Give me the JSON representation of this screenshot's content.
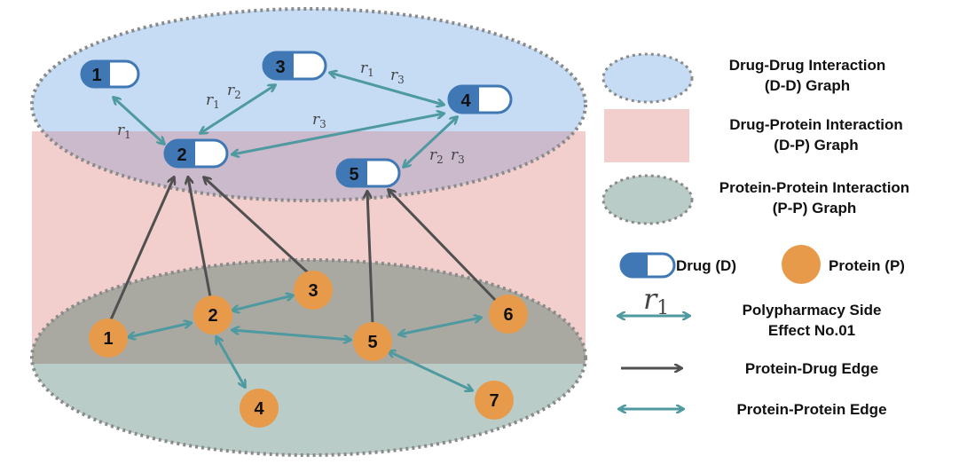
{
  "colors": {
    "dd_layer": "#c5dcf4",
    "dp_layer": "#f2cfcc",
    "pp_layer": "#b9ccc7",
    "overlap_dd_dp": "#cbb9cc",
    "overlap_pp_dp": "#a9a9a2",
    "drug_blue": "#3f78b5",
    "protein_orange": "#e79b4a",
    "pp_edge": "#4f9aa0",
    "pd_edge": "#505050",
    "dashed_border": "#8a8a8a"
  },
  "drugs": [
    "1",
    "2",
    "3",
    "4",
    "5"
  ],
  "proteins": [
    "1",
    "2",
    "3",
    "4",
    "5",
    "6",
    "7"
  ],
  "edge_labels": {
    "r1": "r",
    "r1_sub": "1",
    "r2": "r",
    "r2_sub": "2",
    "r3": "r",
    "r3_sub": "3"
  },
  "legend": {
    "dd_line1": "Drug-Drug Interaction",
    "dd_line2": "(D-D) Graph",
    "dp_line1": "Drug-Protein Interaction",
    "dp_line2": "(D-P) Graph",
    "pp_line1": "Protein-Protein Interaction",
    "pp_line2": "(P-P) Graph",
    "drug": "Drug (D)",
    "protein": "Protein (P)",
    "side_effect_symbol": "r",
    "side_effect_sub": "1",
    "side_effect_line1": "Polypharmacy Side",
    "side_effect_line2": "Effect No.01",
    "protein_drug_edge": "Protein-Drug Edge",
    "protein_protein_edge": "Protein-Protein Edge"
  }
}
